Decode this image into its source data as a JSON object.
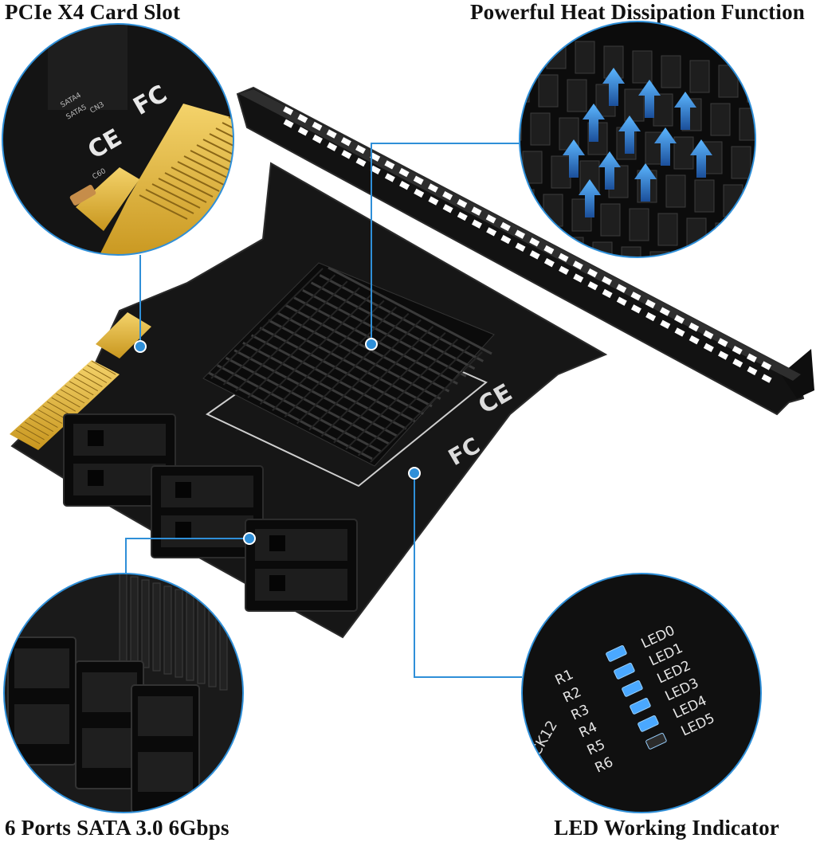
{
  "labels": {
    "pcie_slot": "PCIe X4 Card Slot",
    "heat_dissipation": "Powerful Heat Dissipation Function",
    "sata_ports": "6 Ports SATA 3.0 6Gbps",
    "led_indicator": "LED Working Indicator"
  },
  "board_marks": {
    "cn3": "CN3",
    "sata4": "SATA4",
    "sata5": "SATA5",
    "c60": "C60",
    "ck12": "CK12",
    "led_labels": [
      "LED0",
      "LED1",
      "LED2",
      "LED3",
      "LED4",
      "LED5"
    ],
    "resistor_labels": [
      "R1",
      "R2",
      "R3",
      "R4",
      "R5",
      "R6"
    ]
  },
  "colors": {
    "callout_line": "#2f8fd8",
    "pcb": "#141414",
    "gold_contacts": "#e2b43a",
    "led_blue": "#4aa8ff",
    "label_text": "#111111"
  }
}
